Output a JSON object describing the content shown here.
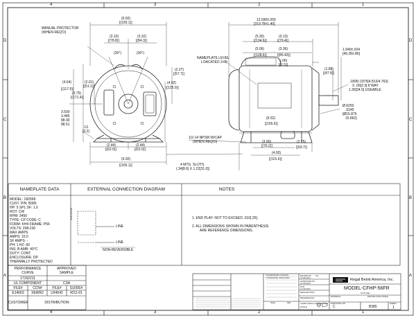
{
  "zone_columns": [
    "4",
    "3",
    "2",
    "1"
  ],
  "zone_rows": [
    "D",
    "C",
    "B",
    "A"
  ],
  "front_view": {
    "dims": {
      "d6_50_top": "(6.50)",
      "d165_1_top": "[(165.1)]",
      "d3_10": "(3.10)",
      "d78_8": "[(78.8)]",
      "d3_32": "(3.32)",
      "d84_3": "[(84.3)]",
      "a30_left": "(30°)",
      "a30_right": "(30°)",
      "d2_01": "(2.01)",
      "d51_1": "[(51.1)]",
      "d4_64": "(4.64)",
      "d117_9": "[(117.9)]",
      "d6_75": "(6.75)",
      "d171_4": "[(171.4)]",
      "d2_27": "(2.27)",
      "d57_7": "[(57.7)]",
      "d4_92": "(4.92)",
      "d125_0": "[(125.0)]",
      "d3_500": "3.500",
      "d3_485": "3.485",
      "d88_90": "88.90",
      "d88_51": "88.51",
      "d13": ".13",
      "d3_2": "[3.2]",
      "d2_44_left": "(2.44)",
      "d62_0_left": "[(62.0)]",
      "d2_44_right": "(2.44)",
      "d62_0_right": "[(62.0)]",
      "d6_50_bot": "(6.50)",
      "d165_1_bot": "[(165.1)]"
    },
    "callouts": {
      "manual_protector_1": "MANUAL PROTECTOR",
      "manual_protector_2": "(WHEN REQ'D)"
    }
  },
  "side_view": {
    "dims": {
      "d12_590": "12.590±.055",
      "d319_78": "[319.78±1.40]",
      "d5_30": "(5.30)",
      "d134_6": "[(134.6)]",
      "d3_13": "(3.13)",
      "d79_4": "[(79.4)]",
      "d5_06": "(5.06)",
      "d128_6": "[(128.6)]",
      "d3_36": "(3.36)",
      "d85_43": "[(85.43)]",
      "d06": "(.06)",
      "d1_5": "[(1.5)]",
      "d1_940": "1.940±.034",
      "d49_28": "[49.28±.86]",
      "d1_88": "(1.88)",
      "d47_8": "[(47.8)]",
      "key_1": ".1895/.1875[4.813/4.763]",
      "key_2": "X .09[2.3] K'WAY",
      "key_3": "1.36[34.5] USEABLE",
      "d6_52": "(6.52)",
      "d165_6": "[(165.6)]",
      "shaft_1": "Ø.6250",
      "shaft_2": ".6245",
      "shaft_3": "[Ø15.875",
      "shaft_4": "15.862]",
      "d3_00": "(3.00)",
      "d76_2": "[(76.2)]",
      "d2_75": "(2.75)",
      "d69_7": "[(69.7)]",
      "d4_00": "(4.00)",
      "d101_6": "[(101.6)]"
    },
    "callouts": {
      "nameplate_1": "NAMEPLATE LEVEL",
      "nameplate_2": "LOACATED 3:00",
      "npsm_1": "1/2-14 NPSM W/CAP",
      "npsm_2": "(WHEN REQ'D)",
      "slots_1": "4 MTG. SLOTS",
      "slots_2": "(.34[8.6] X 1.22[31.0])"
    }
  },
  "nameplate": {
    "header": "NAMEPLATE DATA",
    "lines": [
      "MODEL: 182568",
      "CUST. P/N: B385",
      "HP: 5 SPL      SF: 1.0",
      "ROT: CW",
      "RPM: 3450",
      "TYPE: CP         CODE: C",
      "FORM: KH4     FRAME: P56",
      "VOLTS: 208-230",
      "MAX AMPS:",
      "AMPS: 15.0",
      "SF AMPS: -",
      "PH: 1              HZ: 60",
      "INS: B            AMB: 40°C",
      "DUTY: CONT.",
      "ENCLOSURE: DP",
      "THERMALLY PROTECTED"
    ]
  },
  "connection": {
    "header": "EXTERNAL CONNECTION DIAGRAM",
    "code": "12172223",
    "line_top": "LINE",
    "line_bot": "LINE",
    "non_reversible": "NON-REVERSIBLE"
  },
  "notes": {
    "header": "NOTES",
    "n1": "1.  END PLAY: NOT TO EXCEED .010[.25].",
    "n2a": "2.  ALL DIMENSIONS SHOWN IN PARENTHESIS",
    "n2b": "ARE REFERENCE DIMENSIONS."
  },
  "perf_table": {
    "perf_1": "PERFORMANCE",
    "perf_2": "CURVE",
    "approved_1": "APPROVED",
    "approved_2": "SAMPLE",
    "curve_no": "17192211",
    "ul": "UL COMPONENT",
    "csa": "CSA",
    "col_file1": "FILE#",
    "col_ccn": "CCN#",
    "col_file2": "FILE#",
    "col_guide": "GUIDE#",
    "v_file1": "E14663",
    "v_ccn": "XEWR2",
    "v_file2": "LR4642",
    "v_guide": "4211-01",
    "customer": "CUSTOMER",
    "distribution": "DISTRIBUTION"
  },
  "title_block": {
    "company": "Regal Beloit America, Inc.",
    "drawing_title": "MODEL-CFHP-56FR",
    "subtitle": "OUTLINE",
    "part_no": "B385",
    "rev": "C",
    "sheet": "1",
    "sheet_label": "SHEET",
    "part_label": "PART/DWG NO.",
    "material": "MATERIAL",
    "finish": "PROTECTIVE FINISH",
    "description": "DESCRIPTION",
    "third_angle": "THIRD ANGLE PROJECTION",
    "scale": "SCALE",
    "ref": "REFERENCES",
    "drawn_by": "DRAWN BY",
    "drawn_by_val": "KH",
    "date1": "11-06-2011",
    "approved_by": "APPROVED BY",
    "date2": "11-06-2011",
    "std": "STD.",
    "date3": "11-06-2011",
    "tolerances": "TOLERANCES UNLESS",
    "otherwise": "OTHERWISE SPECIFIED",
    "inch": "INCH",
    "mm": "MM"
  }
}
